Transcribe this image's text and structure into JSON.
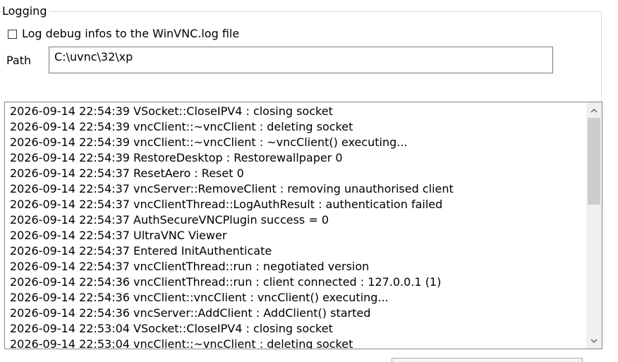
{
  "logging": {
    "group_title": "Logging",
    "debug_checkbox_label": "Log debug infos to the WinVNC.log file",
    "debug_checked": false,
    "path_label": "Path",
    "path_value": "C:\\uvnc\\32\\xp"
  },
  "log": {
    "lines": [
      "2026-09-14 22:54:39 VSocket::CloseIPV4 : closing socket",
      "2026-09-14 22:54:39 vncClient::~vncClient : deleting socket",
      "2026-09-14 22:54:39 vncClient::~vncClient : ~vncClient() executing...",
      "2026-09-14 22:54:39 RestoreDesktop : Restorewallpaper 0",
      "2026-09-14 22:54:37 ResetAero : Reset 0",
      "2026-09-14 22:54:37 vncServer::RemoveClient : removing unauthorised client",
      "2026-09-14 22:54:37 vncClientThread::LogAuthResult : authentication failed",
      "2026-09-14 22:54:37 AuthSecureVNCPlugin success = 0",
      "2026-09-14 22:54:37 UltraVNC Viewer",
      "2026-09-14 22:54:37 Entered InitAuthenticate",
      "2026-09-14 22:54:37 vncClientThread::run : negotiated version",
      "2026-09-14 22:54:36 vncClientThread::run : client connected : 127.0.0.1 (1)",
      "2026-09-14 22:54:36 vncClient::vncClient : vncClient() executing...",
      "2026-09-14 22:54:36 vncServer::AddClient : AddClient() started",
      "2026-09-14 22:53:04 VSocket::CloseIPV4 : closing socket",
      "2026-09-14 22:53:04 vncClient::~vncClient : deleting socket"
    ],
    "scroll_up_icon": "chevron-up-icon",
    "scroll_down_icon": "chevron-down-icon"
  }
}
